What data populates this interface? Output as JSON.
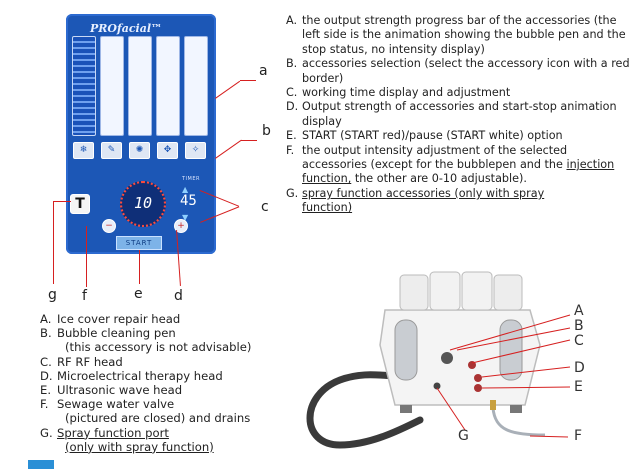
{
  "panel": {
    "brand": "PROfacial™",
    "display_value": "10",
    "timer_label": "TIMER",
    "timer_value": "45",
    "start_label": "START",
    "accessory_icons": [
      "ice",
      "pen",
      "rf",
      "micro",
      "ultrasonic"
    ]
  },
  "callouts": {
    "a": "a",
    "b": "b",
    "c": "c",
    "g": "g",
    "f": "f",
    "e": "e",
    "d": "d"
  },
  "notes": [
    {
      "key": "A.",
      "text": "the output strength progress bar of the accessories (the left side is the animation showing the bubble pen and the stop status, no intensity display)"
    },
    {
      "key": "B.",
      "text": "accessories selection (select the accessory icon with a red border)"
    },
    {
      "key": "C.",
      "text": "working time display and adjustment"
    },
    {
      "key": "D.",
      "text": "Output strength of accessories and start-stop animation display"
    },
    {
      "key": "E.",
      "text": "START (START red)/pause (START white) option"
    },
    {
      "key": "F.",
      "text_before": "the output intensity adjustment of the selected accessories (except for the bubblepen and the ",
      "text_under": "injection function,",
      "text_after": " the other are 0-10 adjustable)."
    },
    {
      "key": "G.",
      "text_under_1": "spray function accessories (only with spray",
      "text_under_2": "function)"
    }
  ],
  "legend": [
    {
      "key": "A.",
      "text": "Ice cover repair head"
    },
    {
      "key": "B.",
      "text": "Bubble cleaning pen",
      "sub": "(this accessory is not advisable)"
    },
    {
      "key": "C.",
      "text": "RF RF head"
    },
    {
      "key": "D.",
      "text": "Microelectrical therapy head"
    },
    {
      "key": "E.",
      "text": "Ultrasonic wave head"
    },
    {
      "key": "F.",
      "text": "Sewage water valve",
      "sub": "(pictured are closed) and drains"
    },
    {
      "key": "G.",
      "text": "Spray function port",
      "sub": "(only with spray function)"
    }
  ],
  "device_labels": {
    "A": "A",
    "B": "B",
    "C": "C",
    "D": "D",
    "E": "E",
    "F": "F",
    "G": "G"
  },
  "colors": {
    "panel": "#1c57b6",
    "callout": "#d62020"
  }
}
